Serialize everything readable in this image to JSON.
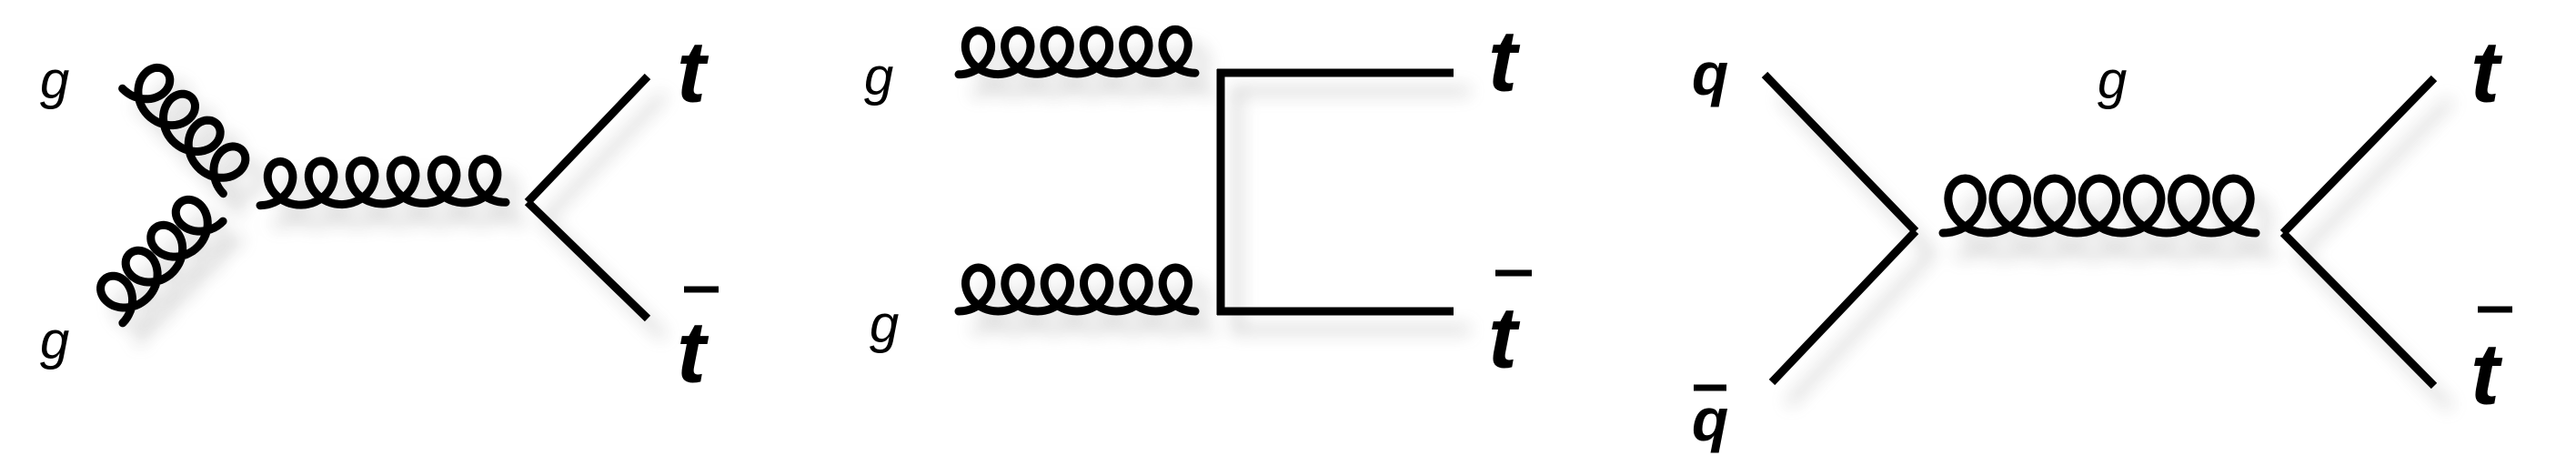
{
  "diagrams": [
    {
      "id": "gg-schannel",
      "labels": {
        "in_top": "g",
        "in_bottom": "g",
        "out_top": "t",
        "out_bottom": "t"
      },
      "propagator": "gluon",
      "bottom_out_is_antiparticle": true
    },
    {
      "id": "gg-tchannel",
      "labels": {
        "in_top": "g",
        "in_bottom": "g",
        "out_top": "t",
        "out_bottom": "t"
      },
      "propagator": "quark",
      "bottom_out_is_antiparticle": true
    },
    {
      "id": "qqbar-schannel",
      "labels": {
        "in_top": "q",
        "in_bottom": "q",
        "propagator": "g",
        "out_top": "t",
        "out_bottom": "t"
      },
      "propagator": "gluon",
      "bottom_in_is_antiparticle": true,
      "bottom_out_is_antiparticle": true
    }
  ]
}
